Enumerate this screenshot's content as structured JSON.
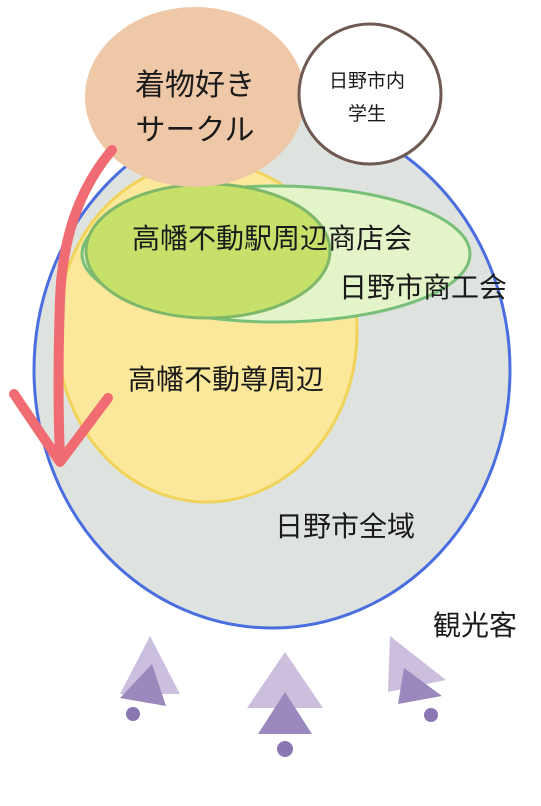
{
  "labels": {
    "kimono_circle_line1": "着物好き",
    "kimono_circle_line2": "サークル",
    "students_line1": "日野市内",
    "students_line2": "学生",
    "shopping_street": "高幡不動駅周辺商店会",
    "chamber_of_commerce": "日野市商工会",
    "takahata_area": "高幡不動尊周辺",
    "hino_city": "日野市全域",
    "tourists": "観光客"
  },
  "colors": {
    "hino_fill": "#dfe3df",
    "hino_stroke": "#4a6ee0",
    "takahata_fill": "#fbe89a",
    "takahata_stroke": "#f2d35a",
    "chamber_fill": "#e2f4c8",
    "chamber_stroke": "#78c07a",
    "shop_fill": "#c6e06a",
    "shop_stroke": "#7fb86a",
    "kimono_fill": "#efc8a8",
    "students_stroke": "#6e5a52",
    "arrow_red": "#f06b72",
    "arrow_purple_light": "#cbbfdd",
    "arrow_purple_dark": "#9b88bd",
    "dot_purple": "#8a76b0"
  }
}
